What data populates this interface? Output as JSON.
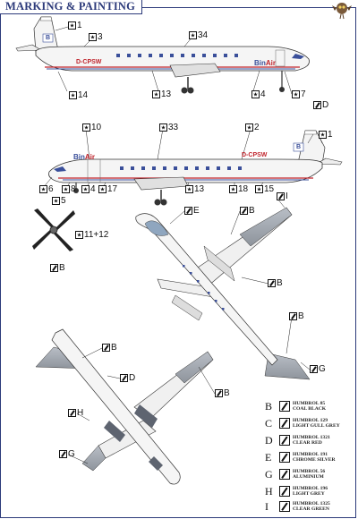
{
  "title": "MARKING & PAINTING",
  "registration": "D-CPSW",
  "airline": {
    "name_bin": "Bin",
    "name_air": "Air",
    "tail_letter": "B"
  },
  "colors": {
    "frame": "#2c3a7a",
    "fuselage": "#f4f4f4",
    "stripe_red": "#c0242c",
    "stripe_blue": "#3a4f9a",
    "grey": "#9aa0a8",
    "dark_grey": "#5e6470"
  },
  "callouts": {
    "c1": "1",
    "c3": "3",
    "c34": "34",
    "c14": "14",
    "c13": "13",
    "c4": "4",
    "c7": "7",
    "c10": "10",
    "c33": "33",
    "c2": "2",
    "c1b": "1",
    "cD1": "D",
    "c6": "6",
    "c8": "8",
    "c4b": "4",
    "c17": "17",
    "c13b": "13",
    "c18": "18",
    "c15": "15",
    "c5": "5",
    "c11": "11+12",
    "cB1": "B",
    "cE": "E",
    "cB2": "B",
    "cI": "I",
    "cB3": "B",
    "cB4": "B",
    "cG1": "G",
    "cB5": "B",
    "cD2": "D",
    "cB6": "B",
    "cH": "H",
    "cG2": "G"
  },
  "legend": [
    {
      "letter": "B",
      "line1": "HUMBROL 85",
      "line2": "COAL BLACK"
    },
    {
      "letter": "C",
      "line1": "HUMBROL 129",
      "line2": "LIGHT GULL GREY"
    },
    {
      "letter": "D",
      "line1": "HUMBROL 1321",
      "line2": "CLEAR RED"
    },
    {
      "letter": "E",
      "line1": "HUMBROL 191",
      "line2": "CHROME SILVER"
    },
    {
      "letter": "G",
      "line1": "HUMBROL 56",
      "line2": "ALUMINIUM"
    },
    {
      "letter": "H",
      "line1": "HUMBROL 196",
      "line2": "LIGHT GREY"
    },
    {
      "letter": "I",
      "line1": "HUMBROL 1325",
      "line2": "CLEAR GREEN"
    }
  ]
}
